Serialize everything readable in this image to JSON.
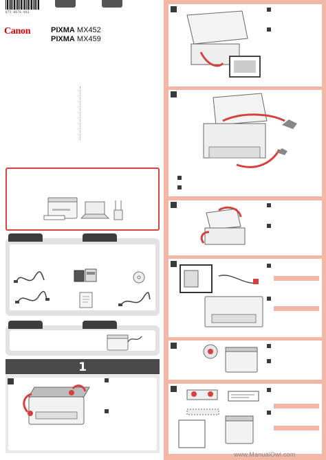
{
  "header": {
    "barcode_number": "QT5-0676-V01",
    "brand": "Canon",
    "models": [
      {
        "series": "PIXMA",
        "number": "MX452"
      },
      {
        "series": "PIXMA",
        "number": "MX459"
      }
    ]
  },
  "step_number": "1",
  "watermark": "www.ManualOwl.com",
  "colors": {
    "accent_red": "#d4423e",
    "panel_gray": "#e2e2e2",
    "right_background": "#f2b7a5"
  },
  "icons": [
    "printer-illustration",
    "laptop-illustration",
    "wireless-router-illustration",
    "power-cord-illustration",
    "ink-cartridges-illustration",
    "cd-rom-illustration",
    "usb-cable-illustration",
    "manuals-illustration",
    "phone-cable-illustration"
  ]
}
